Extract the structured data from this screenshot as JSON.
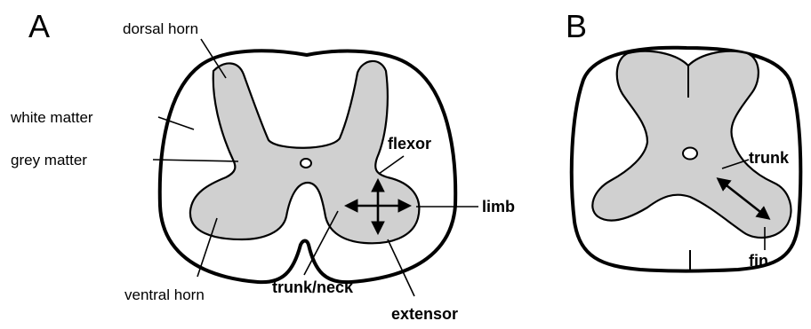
{
  "panel_a": {
    "letter": "A",
    "labels": {
      "dorsal_horn": "dorsal horn",
      "white_matter": "white matter",
      "grey_matter": "grey matter",
      "ventral_horn": "ventral horn",
      "flexor": "flexor",
      "limb": "limb",
      "trunk_neck": "trunk/neck",
      "extensor": "extensor"
    }
  },
  "panel_b": {
    "letter": "B",
    "labels": {
      "trunk": "trunk",
      "fin": "fin"
    }
  }
}
